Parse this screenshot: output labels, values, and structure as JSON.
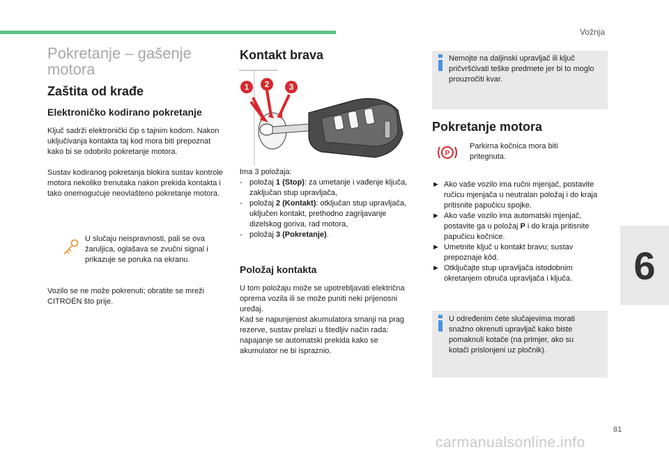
{
  "header": {
    "section": "Vožnja",
    "chapter": "6",
    "page": "81"
  },
  "watermark": "carmanualsonline.info",
  "col1": {
    "title": "Pokretanje – gašenje motora",
    "h_theft": "Zaštita od krađe",
    "h_electronic": "Elektroničko kodirano pokretanje",
    "para1": "Ključ sadrži elektronički čip s tajnim kodom. Nakon uključivanja kontakta taj kod mora biti prepoznat kako bi se odobrilo pokretanje motora.",
    "para2": "Sustav kodiranog pokretanja blokira sustav kontrole motora nekoliko trenutaka nakon prekida kontakta i tako onemogućuje neovlašteno pokretanje motora.",
    "note": "U slučaju neispravnosti, pali se ova žaruljica, oglašava se zvučni signal i prikazuje se poruka na ekranu.",
    "para3": "Vozilo se ne može pokrenuti; obratite se mreži CITROËN što prije."
  },
  "col2": {
    "title": "Kontakt brava",
    "image_labels": [
      "1",
      "2",
      "3"
    ],
    "positions_intro": "Ima 3 položaja:",
    "positions": [
      {
        "prefix": "položaj ",
        "bold": "1 (Stop)",
        "text": ": za umetanje i vađenje ključa, zaključan stup upravljača,"
      },
      {
        "prefix": "položaj ",
        "bold": "2 (Kontakt)",
        "text": ": otključan stup upravljača, uključen kontakt, prethodno zagrijavanje dizelskog goriva, rad motora,"
      },
      {
        "prefix": "položaj ",
        "bold": "3 (Pokretanje)",
        "text": "."
      }
    ],
    "h_contact": "Položaj kontakta",
    "contact_para1": "U tom položaju može se upotrebljavati električna oprema vozila ili se može puniti neki prijenosni uređaj.",
    "contact_para2": "Kad se napunjenost akumulatora smanji na prag rezerve, sustav prelazi u štedljiv način rada: napajanje se automatski prekida kako se akumulator ne bi ispraznio."
  },
  "col3": {
    "info1": "Nemojte na daljinski upravljač ili ključ pričvršćivati teške predmete jer bi to moglo prouzročiti kvar.",
    "h_start": "Pokretanje motora",
    "parking_note": "Parkirna kočnica mora biti pritegnuta.",
    "steps": [
      "Ako vaše vozilo ima ručni mjenjač, postavite ručicu mjenjača u neutralan položaj i do kraja pritisnite papučicu spojke.",
      {
        "pre": "Ako vaše vozilo ima automatski mjenjač, postavite ga u položaj ",
        "bold": "P",
        "post": " i do kraja pritisnite papučicu kočnice."
      },
      "Umetnite ključ u kontakt bravu; sustav prepoznaje kôd.",
      "Otključajte stup upravljača istodobnim okretanjem obruča upravljača i ključa."
    ],
    "info2": "U određenim ćete slučajevima morati snažno okrenuti upravljač kako biste pomaknuli kotače (na primjer, ako su kotači prislonjeni uz pločnik)."
  },
  "colors": {
    "accent_green": "#5cc183",
    "info_blue": "#4a90e2",
    "warning_orange": "#f08a1c",
    "red": "#d9272e",
    "box_gray": "#e9e9e9"
  }
}
